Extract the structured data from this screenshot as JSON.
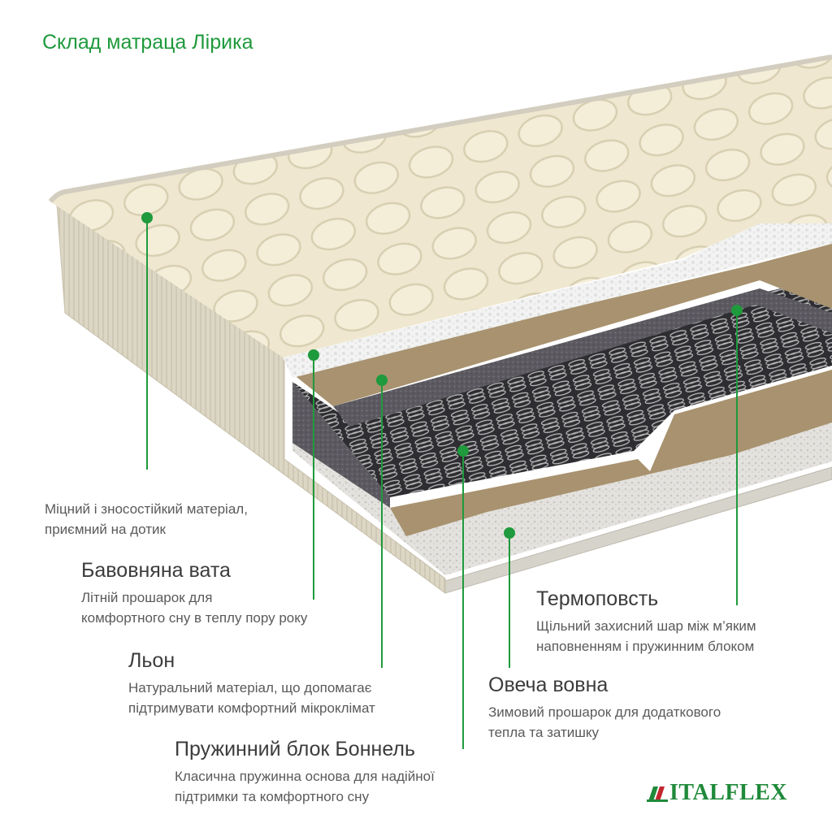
{
  "title": "Склад матраца Лірика",
  "layers": {
    "cover": {
      "heading": "",
      "lines": [
        "Міцний і зносостійкий матеріал,",
        "приємний на дотик"
      ]
    },
    "cotton": {
      "heading": "Бавовняна вата",
      "lines": [
        "Літній прошарок для",
        "комфортного сну в теплу пору року"
      ]
    },
    "linen": {
      "heading": "Льон",
      "lines": [
        "Натуральний матеріал, що допомагає",
        "підтримувати комфортний мікроклімат"
      ]
    },
    "spring_block": {
      "heading": "Пружинний блок Боннель",
      "lines": [
        "Класична пружинна основа для надійної",
        "підтримки та комфортного сну"
      ]
    },
    "felt": {
      "heading": "Термоповсть",
      "lines": [
        "Щільний захисний шар між м’яким",
        "наповненням і пружинним блоком"
      ]
    },
    "wool": {
      "heading": "Овеча вовна",
      "lines": [
        "Зимовий прошарок для додаткового",
        "тепла та затишку"
      ]
    }
  },
  "brand": {
    "name": "ITALFLEX"
  },
  "colors": {
    "accent_green": "#1f9a3c",
    "quilt": "#efe7cf",
    "linen": "#a99472",
    "felt": "#56545a",
    "wool": "#e3e1dd"
  }
}
